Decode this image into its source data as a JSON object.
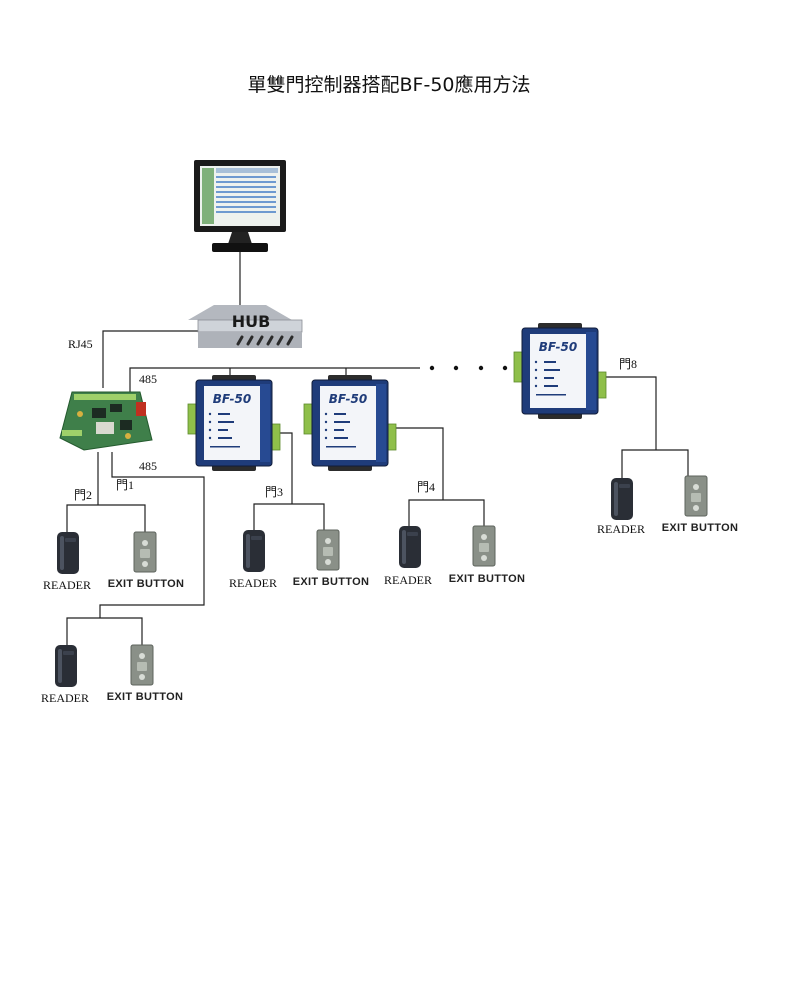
{
  "title": "單雙門控制器搭配BF-50應用方法",
  "hub_label": "HUB",
  "device_label": "BF-50",
  "labels": {
    "rj45": "RJ45",
    "bus_485_top": "485",
    "bus_485_bottom": "485",
    "door1": "門1",
    "door2": "門2",
    "door3": "門3",
    "door4": "門4",
    "door8": "門8"
  },
  "reader_label": "READER",
  "exit_button_label": "EXIT BUTTON",
  "groups": [
    {
      "reader": "READER",
      "exit": "EXIT BUTTON"
    },
    {
      "reader": "READER",
      "exit": "EXIT BUTTON"
    },
    {
      "reader": "READER",
      "exit": "EXIT BUTTON"
    },
    {
      "reader": "READER",
      "exit": "EXIT BUTTON"
    },
    {
      "reader": "READER",
      "exit": "EXIT BUTTON"
    }
  ],
  "colors": {
    "device_blue": "#1f3c7a",
    "board_green": "#3f7f4a",
    "terminal_green": "#8fbf4a",
    "reader_dark": "#2a2e36",
    "button_gray": "#8a9088"
  },
  "icons": [
    "computer-monitor-icon",
    "hub-icon",
    "controller-board-icon",
    "bf50-converter-icon",
    "card-reader-icon",
    "exit-button-icon"
  ]
}
